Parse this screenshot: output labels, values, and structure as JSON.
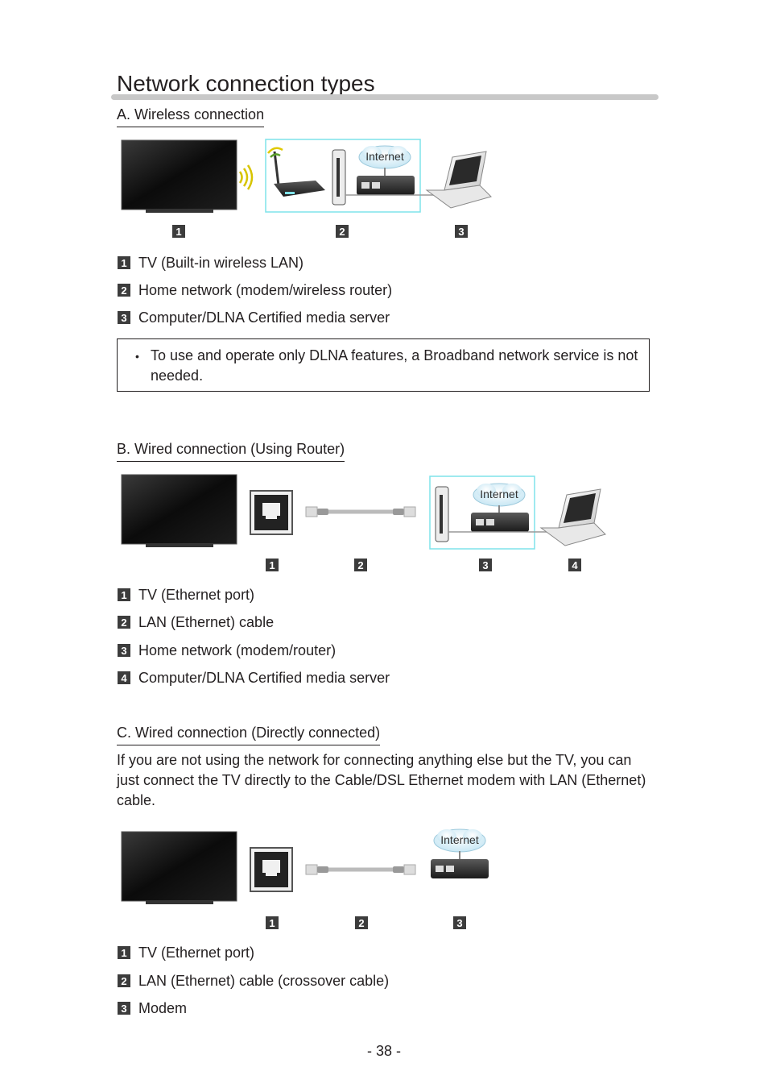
{
  "page": {
    "title": "Network connection types",
    "page_number": "- 38 -"
  },
  "section_a": {
    "heading": "A. Wireless connection",
    "cloud_label": "Internet",
    "badges": [
      "1",
      "2",
      "3"
    ],
    "items": [
      {
        "num": "1",
        "label": "TV (Built-in wireless LAN)"
      },
      {
        "num": "2",
        "label": "Home network (modem/wireless router)"
      },
      {
        "num": "3",
        "label": "Computer/DLNA Certified media server"
      }
    ],
    "note": {
      "bullet": "•",
      "text": "To use and operate only DLNA features, a Broadband network service is not needed."
    }
  },
  "section_b": {
    "heading": "B. Wired connection (Using Router)",
    "cloud_label": "Internet",
    "badges": [
      "1",
      "2",
      "3",
      "4"
    ],
    "items": [
      {
        "num": "1",
        "label": "TV (Ethernet port)"
      },
      {
        "num": "2",
        "label": "LAN (Ethernet) cable"
      },
      {
        "num": "3",
        "label": "Home network (modem/router)"
      },
      {
        "num": "4",
        "label": "Computer/DLNA Certified media server"
      }
    ]
  },
  "section_c": {
    "heading": "C. Wired connection (Directly connected)",
    "paragraph": "If you are not using the network for connecting anything else but the TV, you can just connect the TV directly to the Cable/DSL Ethernet modem with LAN (Ethernet) cable.",
    "cloud_label": "Internet",
    "badges": [
      "1",
      "2",
      "3"
    ],
    "items": [
      {
        "num": "1",
        "label": "TV (Ethernet port)"
      },
      {
        "num": "2",
        "label": "LAN (Ethernet) cable (crossover cable)"
      },
      {
        "num": "3",
        "label": "Modem"
      }
    ]
  },
  "colors": {
    "badge": "#3c3c3c",
    "highlight_frame": "#7fe3ea",
    "rule": "#c8c8c8",
    "text": "#231f20"
  }
}
